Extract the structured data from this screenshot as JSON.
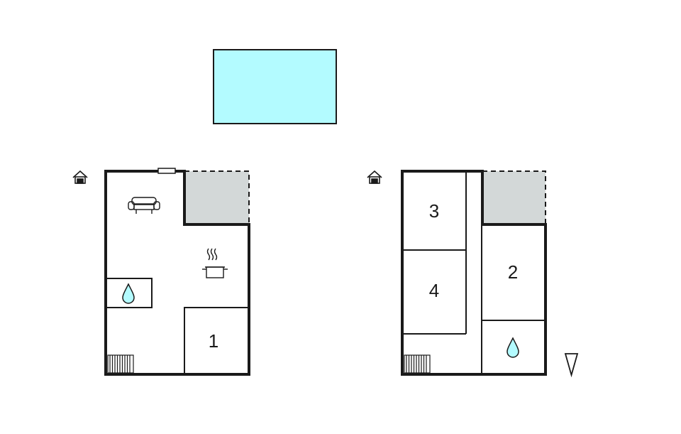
{
  "colors": {
    "wall": "#1a1a1a",
    "pool": "#b3fbff",
    "terrace": "#d3d8d8",
    "water": "#b3fbff",
    "background": "#ffffff"
  },
  "icons": {
    "entrance": "house-entrance-icon",
    "sofa": "sofa-icon",
    "kitchen": "cooking-pot-icon",
    "bathroom": "water-drop-icon",
    "stairs": "stairs-icon",
    "north": "north-arrow-icon"
  },
  "floors": [
    {
      "rooms": [
        {
          "label": "1"
        }
      ]
    },
    {
      "rooms": [
        {
          "label": "3"
        },
        {
          "label": "4"
        },
        {
          "label": "2"
        }
      ]
    }
  ]
}
